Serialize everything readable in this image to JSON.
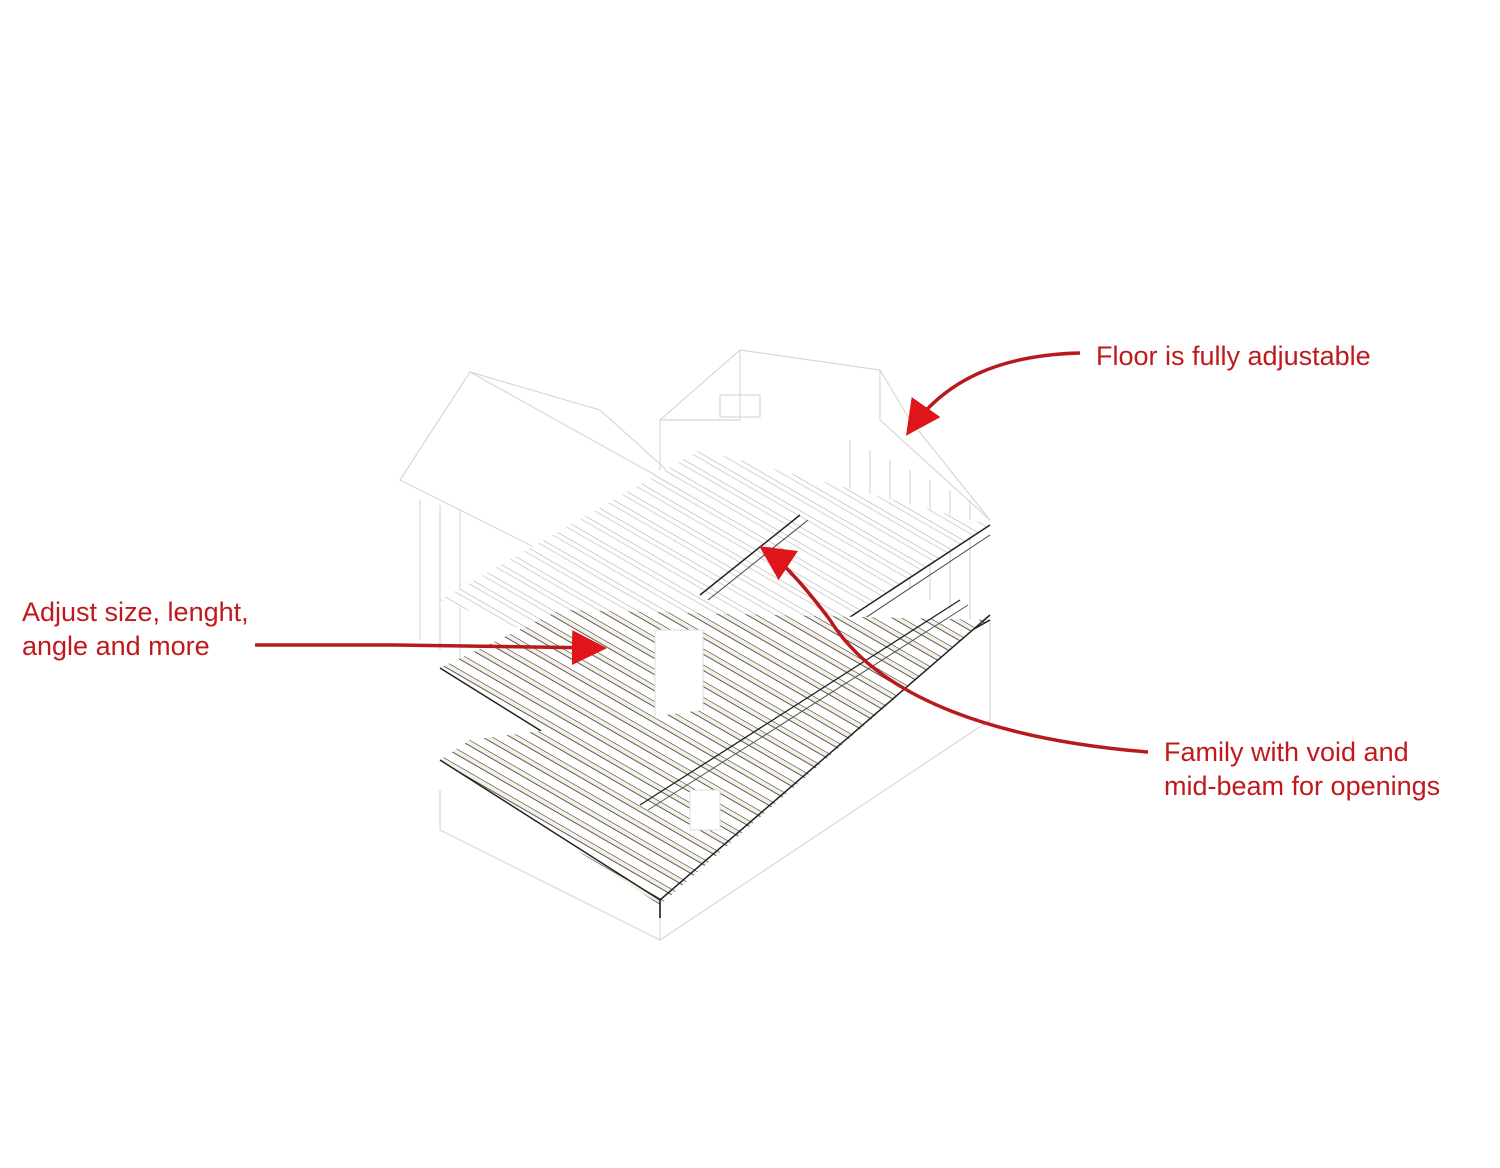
{
  "diagram": {
    "subject": "Isometric floor joist framing of a house",
    "accent_color": "#c0191c",
    "annotations": [
      {
        "id": "floor",
        "text": "Floor is fully adjustable"
      },
      {
        "id": "adjust",
        "text": "Adjust size, lenght,\nangle and more"
      },
      {
        "id": "family",
        "text": "Family with void and\nmid-beam for openings"
      }
    ]
  }
}
